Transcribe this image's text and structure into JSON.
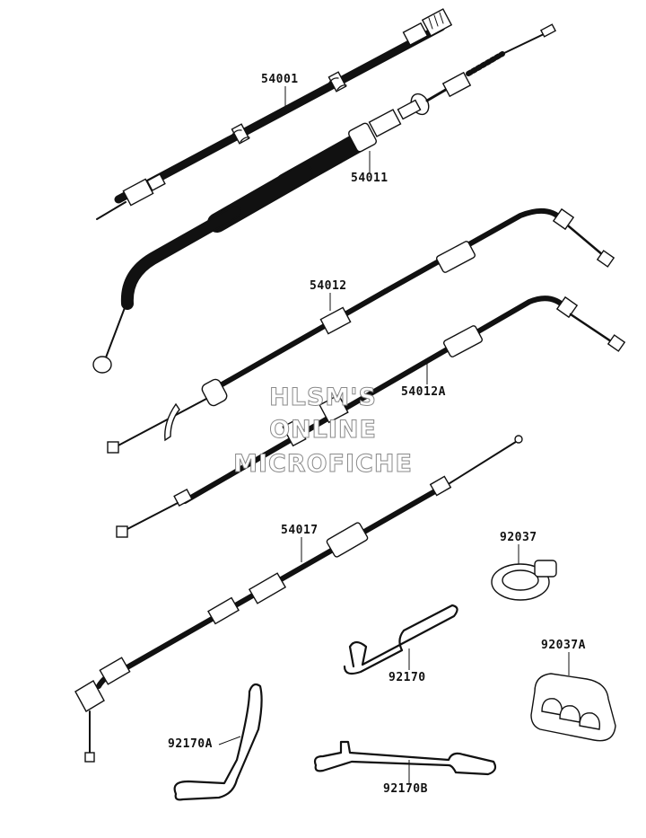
{
  "diagram": {
    "callouts": [
      {
        "id": "c1",
        "text": "54001"
      },
      {
        "id": "c2",
        "text": "54011"
      },
      {
        "id": "c3",
        "text": "54012"
      },
      {
        "id": "c4",
        "text": "54012A"
      },
      {
        "id": "c5",
        "text": "54017"
      },
      {
        "id": "c6",
        "text": "92037"
      },
      {
        "id": "c7",
        "text": "92037A"
      },
      {
        "id": "c8",
        "text": "92170"
      },
      {
        "id": "c9",
        "text": "92170A"
      },
      {
        "id": "c10",
        "text": "92170B"
      }
    ],
    "watermark": [
      "HLSM'S",
      "ONLINE",
      "MICROFICHE"
    ]
  }
}
